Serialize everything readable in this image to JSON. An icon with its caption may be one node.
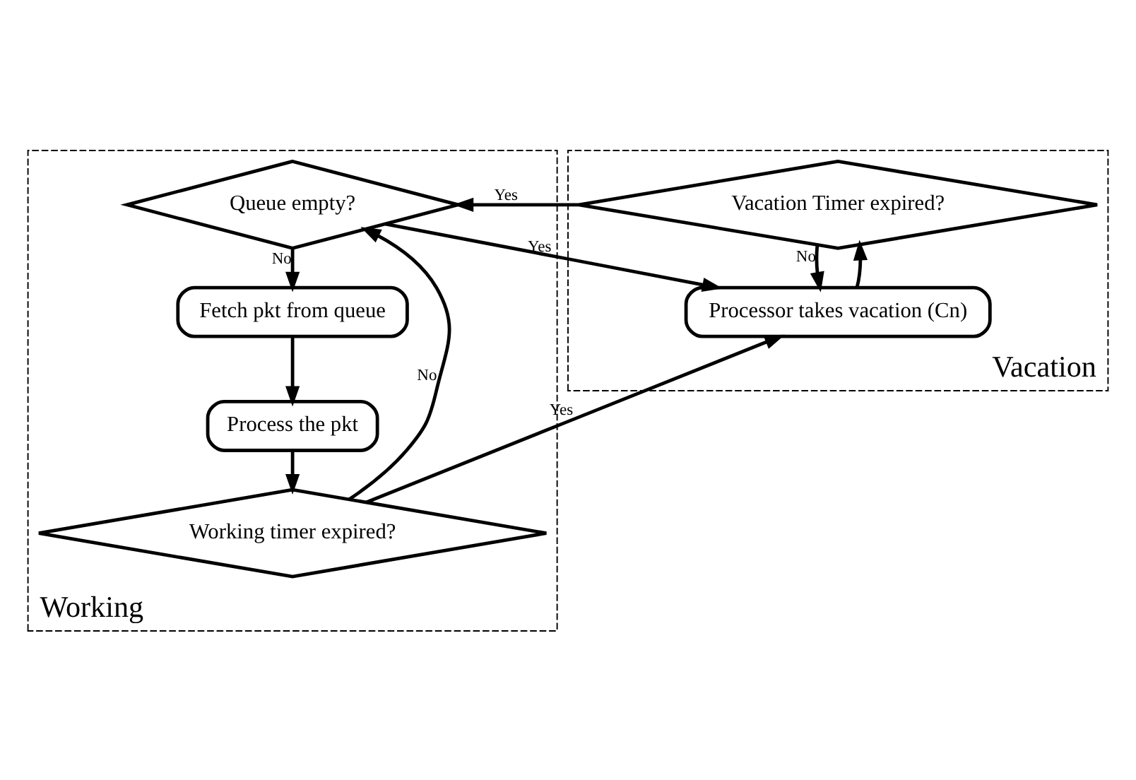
{
  "diagram": {
    "nodes": [
      {
        "text": [
          "Working"
        ]
      },
      {
        "text": [
          "Queue empty?"
        ],
        "in": 0
      },
      {
        "text": [
          "Fetch pkt from queue"
        ],
        "in": 0
      },
      {
        "text": [
          "Process the pkt"
        ],
        "in": 0
      },
      {
        "text": [
          "Working timer expired?"
        ],
        "in": 0
      },
      {
        "text": [
          "Vacation"
        ]
      },
      {
        "text": [
          "Vacation Timer expired?"
        ],
        "in": 5
      },
      {
        "text": [
          "Processor takes vacation (Cn)"
        ],
        "in": 5
      }
    ],
    "edges": [
      {
        "from": 1,
        "to": 2,
        "arrow": "to",
        "label": "No"
      },
      {
        "from": 2,
        "to": 3,
        "arrow": "to"
      },
      {
        "from": 3,
        "to": 4,
        "arrow": "to"
      },
      {
        "from": 4,
        "to": 1,
        "arrow": "to",
        "label": "No"
      },
      {
        "from": 4,
        "to": 7,
        "arrow": "to",
        "label": "Yes"
      },
      {
        "from": 1,
        "to": 7,
        "arrow": "to",
        "label": "Yes"
      },
      {
        "from": 7,
        "to": 6,
        "arrow": "to"
      },
      {
        "from": 6,
        "to": 1,
        "arrow": "to",
        "label": "Yes"
      },
      {
        "from": 6,
        "to": 7,
        "arrow": "to",
        "label": "No"
      }
    ]
  }
}
